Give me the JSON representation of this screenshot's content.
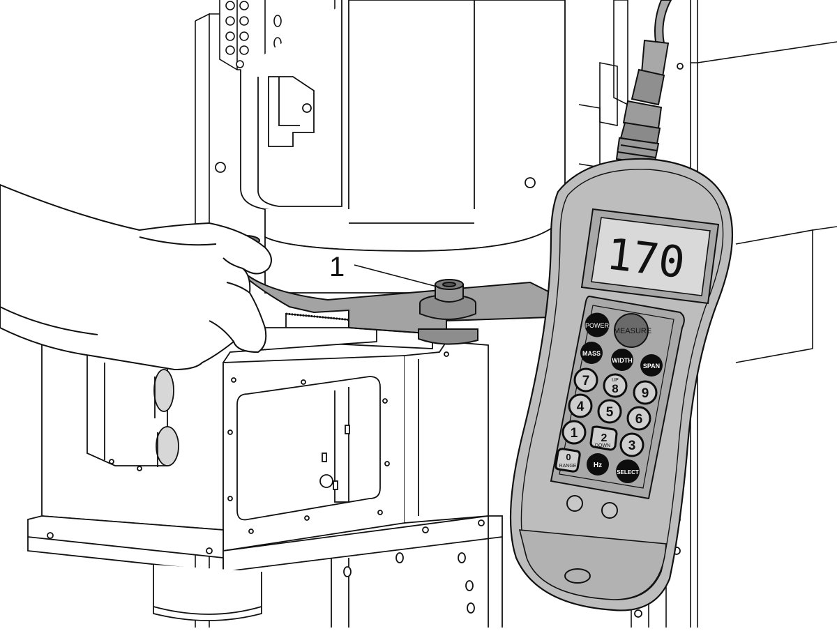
{
  "callout": {
    "label": "1"
  },
  "meter": {
    "display_value": "170",
    "keys": {
      "power": "POWER",
      "measure": "MEASURE",
      "mass": "MASS",
      "width": "WIDTH",
      "span": "SPAN",
      "k7": "7",
      "k8": "8",
      "k8_sub": "UP",
      "k9": "9",
      "k4": "4",
      "k5": "5",
      "k6": "6",
      "k1": "1",
      "k2": "2",
      "k2_sub": "DOWN",
      "k3": "3",
      "k0": "0",
      "k0_sub": "RANGE",
      "hz": "Hz",
      "select": "SELECT"
    }
  },
  "colors": {
    "line": "#111111",
    "meter_body": "#bdbdbd",
    "meter_panel": "#a9a9a9",
    "lcd_background": "#d9d9d9",
    "key_dark": "#0d0d0d",
    "key_light": "#cfcfcf",
    "measure_button": "#6a6a6a",
    "wrench": "#a3a3a3"
  }
}
